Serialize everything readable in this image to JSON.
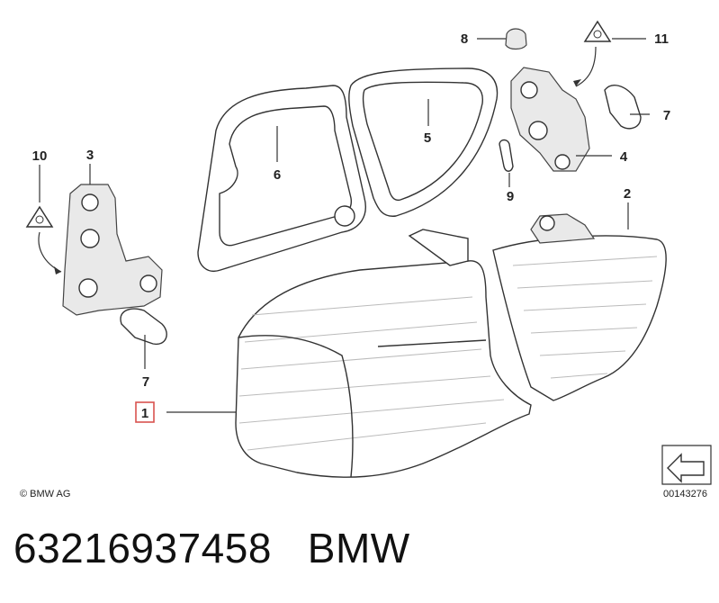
{
  "copyright": "© BMW AG",
  "diagram_number": "00143276",
  "caption": {
    "part_number": "63216937458",
    "brand": "BMW"
  },
  "callouts": {
    "c1": "1",
    "c2": "2",
    "c3": "3",
    "c4": "4",
    "c5": "5",
    "c6": "6",
    "c7_left": "7",
    "c7_right": "7",
    "c8": "8",
    "c9": "9",
    "c10": "10",
    "c11": "11"
  },
  "highlighted_callout": "1",
  "colors": {
    "highlight_box": "#d9534f",
    "line": "#333333",
    "fill": "#e9e9e9"
  },
  "icons": {
    "bulb_warning_left": "bulb-warning-triangle-icon",
    "bulb_warning_right": "bulb-warning-triangle-icon",
    "orientation": "direction-arrow-icon"
  }
}
